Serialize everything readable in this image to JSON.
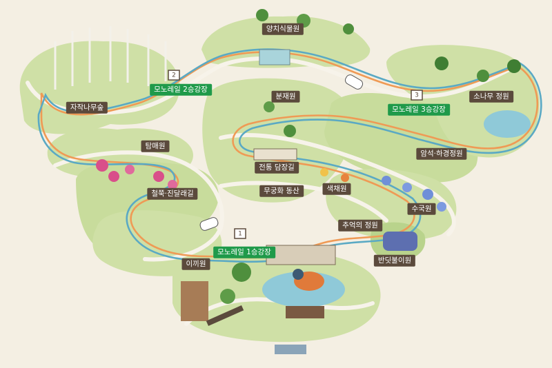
{
  "map": {
    "zones": [
      {
        "id": "yangchi",
        "label": "양치식물원"
      },
      {
        "id": "jajak",
        "label": "자작나무숲"
      },
      {
        "id": "tammae",
        "label": "탐매원"
      },
      {
        "id": "cheoljjuk",
        "label": "철쭉·진달래길"
      },
      {
        "id": "ikki",
        "label": "이끼원"
      },
      {
        "id": "bunjae",
        "label": "분재원"
      },
      {
        "id": "jeontong",
        "label": "전통 담장길"
      },
      {
        "id": "mugunghwa",
        "label": "무궁화 동산"
      },
      {
        "id": "saekchae",
        "label": "색채원"
      },
      {
        "id": "sonamu",
        "label": "소나무 정원"
      },
      {
        "id": "amseok",
        "label": "암석·하경정원"
      },
      {
        "id": "suguk",
        "label": "수국원"
      },
      {
        "id": "chueok",
        "label": "추억의 정원"
      },
      {
        "id": "bandi",
        "label": "반딧불이원"
      }
    ],
    "stations": [
      {
        "id": "station-1",
        "number": "1",
        "label": "모노레일 1승강장"
      },
      {
        "id": "station-2",
        "number": "2",
        "label": "모노레일 2승강장"
      },
      {
        "id": "station-3",
        "number": "3",
        "label": "모노레일 3승강장"
      }
    ],
    "colors": {
      "background": "#f4efe3",
      "land": "#cfe0a6",
      "land_dark": "#b9d38c",
      "path": "#f7f3ea",
      "rail_orange": "#ef9a55",
      "rail_blue": "#5aa9c4",
      "label_bg": "#5b4a3c",
      "station_bg": "#1f9a4a",
      "water": "#8fc9d8",
      "azalea": "#d94f8a",
      "hydrangea": "#6f8fd8"
    }
  }
}
